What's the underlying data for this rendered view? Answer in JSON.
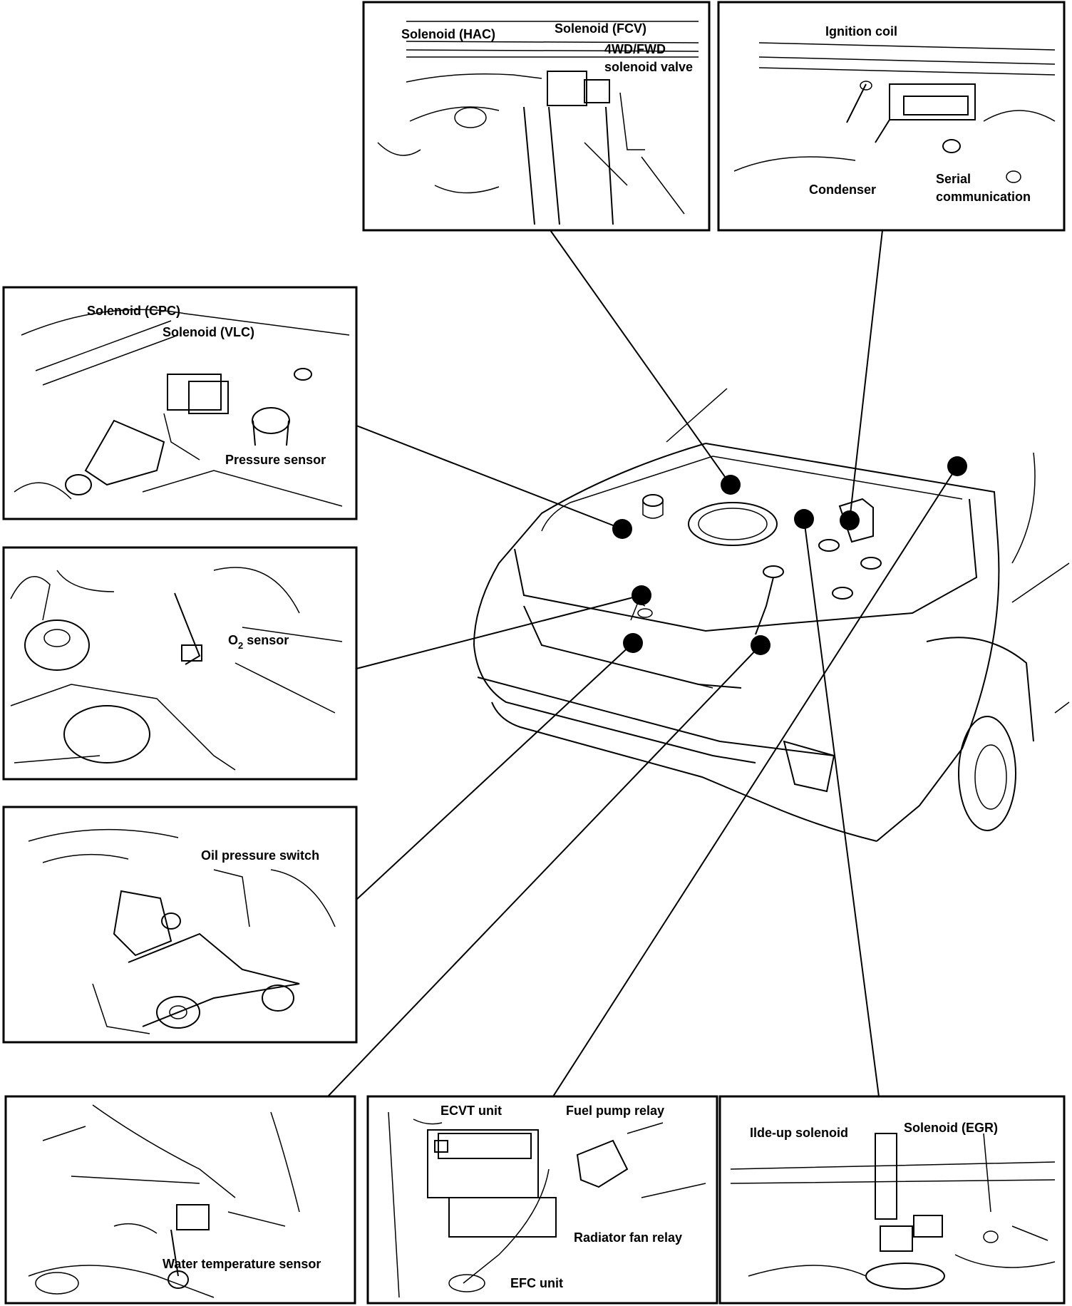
{
  "panels": {
    "top_center": {
      "labels": [
        "Solenoid (HAC)",
        "Solenoid (FCV)",
        "4WD/FWD",
        "solenoid valve"
      ]
    },
    "top_right": {
      "labels": [
        "Ignition coil",
        "Condenser",
        "Serial",
        "communication"
      ]
    },
    "left_1": {
      "labels": [
        "Solenoid (CPC)",
        "Solenoid (VLC)",
        "Pressure sensor"
      ]
    },
    "left_2": {
      "label_main": "O",
      "label_sub": "2",
      "label_rest": " sensor"
    },
    "left_3": {
      "labels": [
        "Oil pressure switch"
      ]
    },
    "bottom_left": {
      "labels": [
        "Water temperature sensor"
      ]
    },
    "bottom_center": {
      "labels": [
        "ECVT unit",
        "Fuel pump relay",
        "Radiator fan relay",
        "EFC unit"
      ]
    },
    "bottom_right": {
      "labels": [
        "Ilde-up solenoid",
        "Solenoid (EGR)"
      ]
    }
  }
}
